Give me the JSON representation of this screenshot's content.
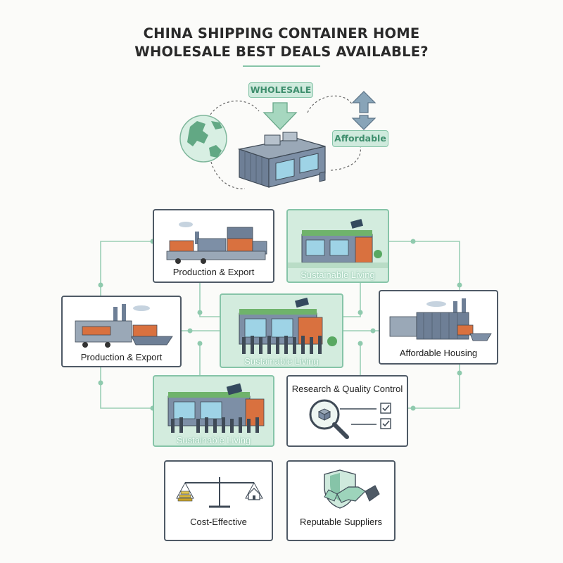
{
  "header": {
    "title_line1": "CHINA SHIPPING CONTAINER HOME",
    "title_line2": "WHOLESALE BEST DEALS AVAILABLE?"
  },
  "hero": {
    "tag_wholesale": "WHOLESALE",
    "tag_affordable": "Affordable",
    "icons": [
      "globe-icon",
      "down-arrow-icon",
      "up-down-arrows-icon",
      "container-home-icon"
    ]
  },
  "cards": {
    "production_export_top": "Production & Export",
    "sustainable_living_top": "Sustainable Living",
    "production_export_left": "Production & Export",
    "sustainable_living_center": "Sustainable Living",
    "affordable_housing": "Affordable Housing",
    "sustainable_living_bottom": "Sustainable Living",
    "research_quality": "Research & Quality Control",
    "cost_effective": "Cost-Effective",
    "reputable_suppliers": "Reputable Suppliers"
  },
  "colors": {
    "accent_green": "#86c4a8",
    "card_green": "#d3ecde",
    "card_border": "#4f5a66",
    "container_blue": "#6e7f96",
    "container_orange": "#d9713f"
  }
}
